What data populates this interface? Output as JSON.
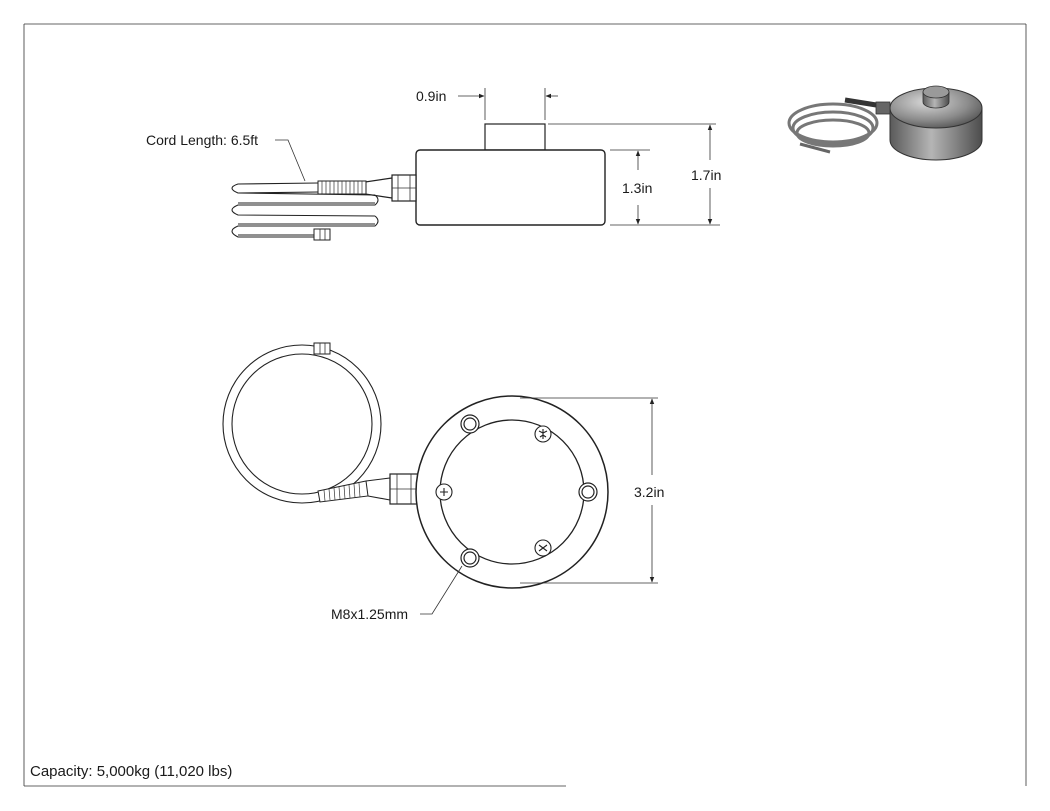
{
  "dimensions": {
    "top_width": "0.9in",
    "body_height": "1.3in",
    "total_height": "1.7in",
    "diameter": "3.2in"
  },
  "callouts": {
    "cord_length": "Cord Length: 6.5ft",
    "thread": "M8x1.25mm"
  },
  "footer": {
    "capacity": "Capacity: 5,000kg (11,020 lbs)"
  }
}
